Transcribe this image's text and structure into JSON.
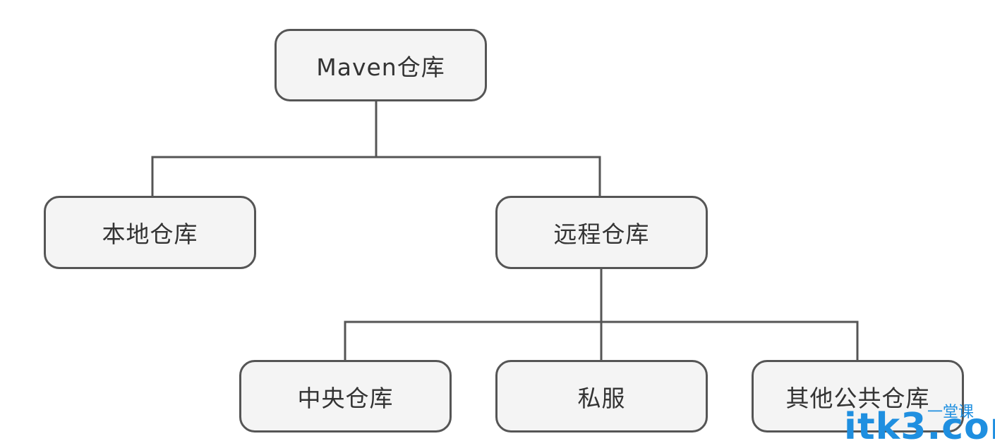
{
  "diagram": {
    "nodes": {
      "root": "Maven仓库",
      "local": "本地仓库",
      "remote": "远程仓库",
      "central": "中央仓库",
      "private": "私服",
      "other": "其他公共仓库"
    }
  },
  "watermark": {
    "main": "itk3",
    "suffix": ".com",
    "sub": "一堂课"
  },
  "colors": {
    "box_fill": "#f4f4f4",
    "box_border": "#555555",
    "connector": "#555555",
    "text": "#333333",
    "watermark": "#1f8fe0"
  }
}
